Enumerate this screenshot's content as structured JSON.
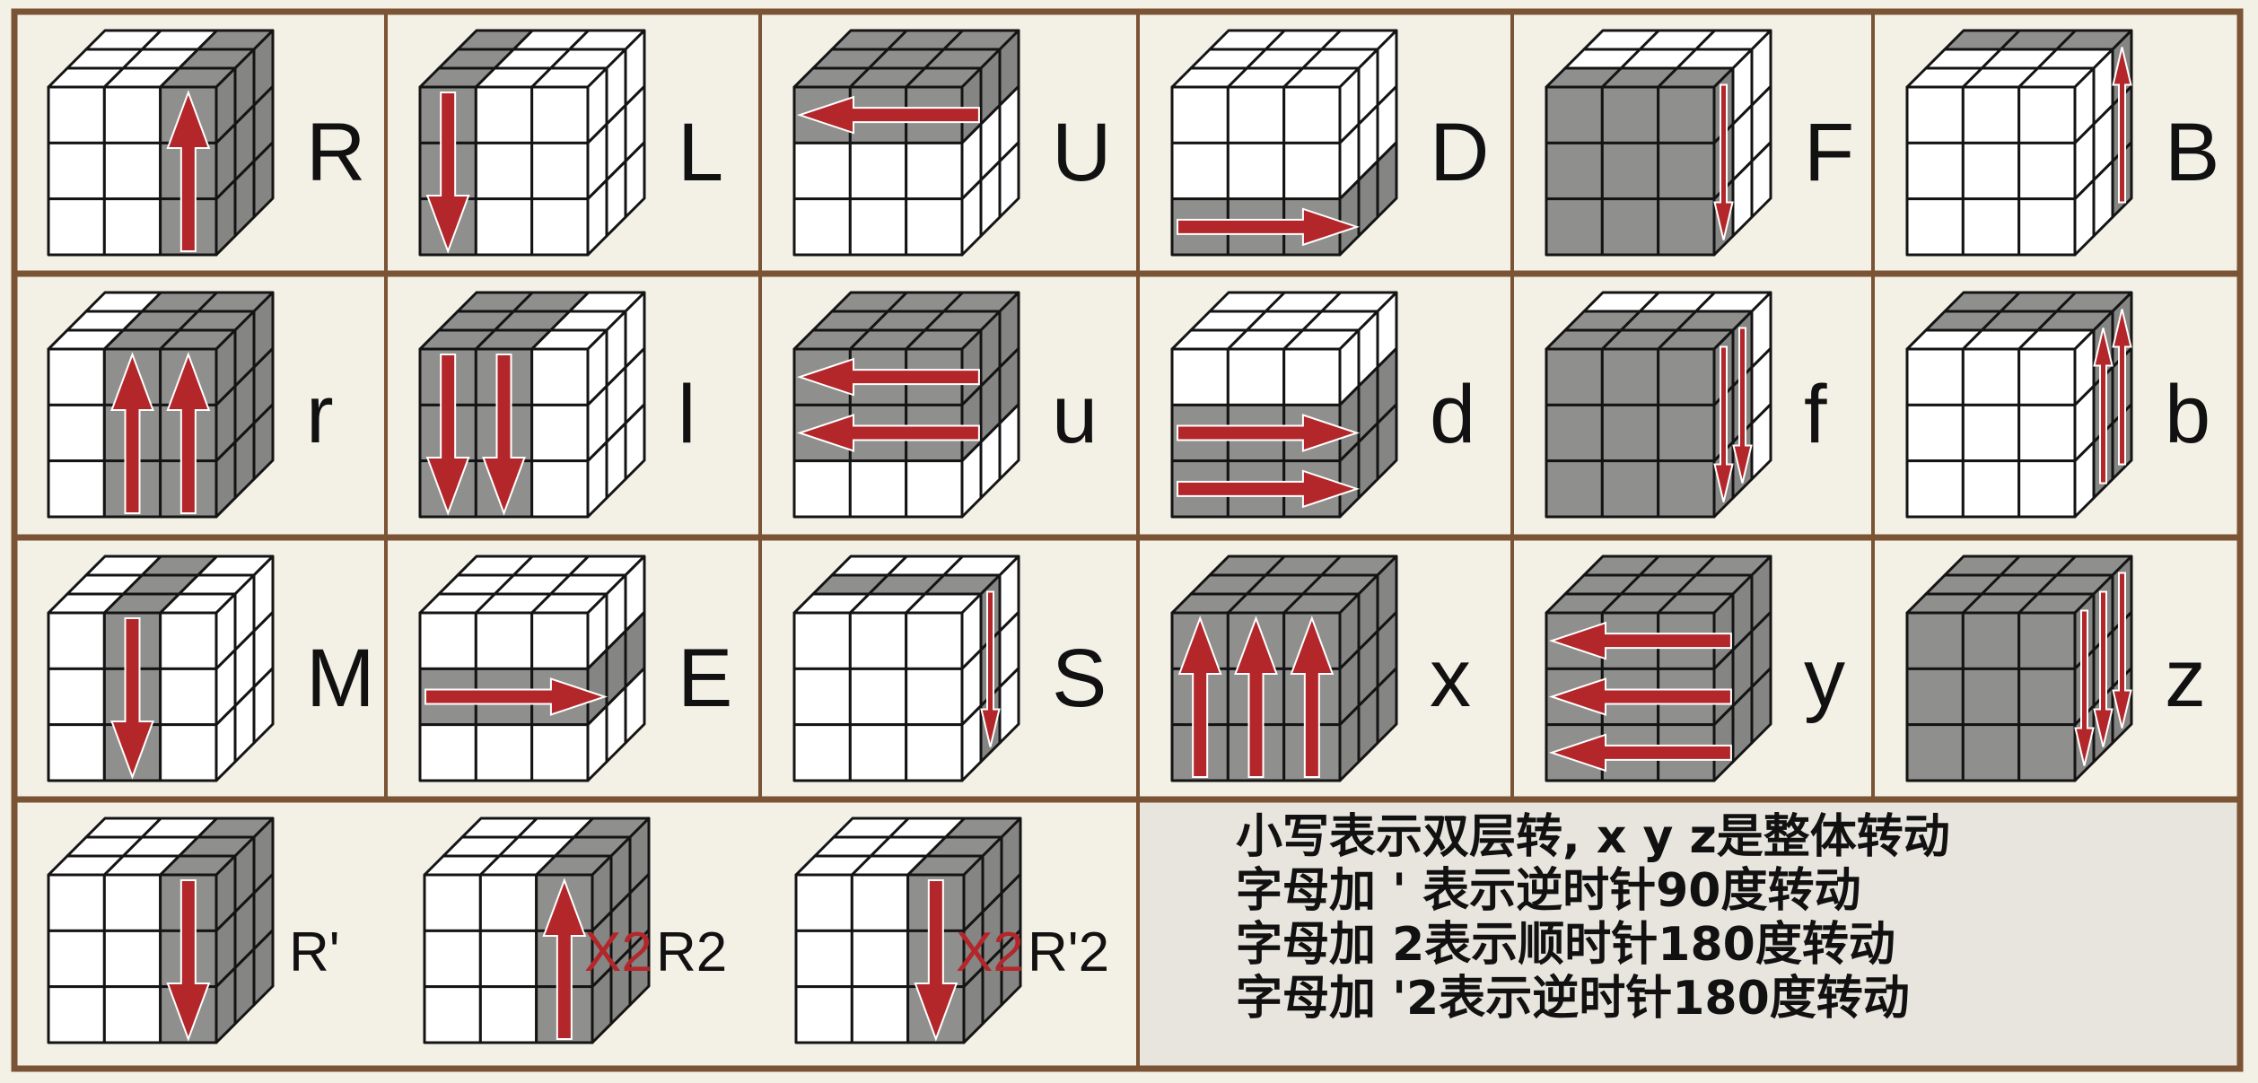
{
  "colors": {
    "paper": "#f3f0e6",
    "border": "#7a5434",
    "sticker_gray": "#8f8f8d",
    "sticker_white": "#ffffff",
    "arrow": "#b3272b",
    "note_bg": "#e7e5dd"
  },
  "grid": [
    [
      {
        "label": "R",
        "axis": "x",
        "layers": [
          2
        ],
        "arrow": "up"
      },
      {
        "label": "L",
        "axis": "x",
        "layers": [
          0
        ],
        "arrow": "down"
      },
      {
        "label": "U",
        "axis": "y",
        "layers": [
          0
        ],
        "arrow": "left"
      },
      {
        "label": "D",
        "axis": "y",
        "layers": [
          2
        ],
        "arrow": "right"
      },
      {
        "label": "F",
        "axis": "z",
        "layers": [
          0
        ],
        "arrow": "down"
      },
      {
        "label": "B",
        "axis": "z",
        "layers": [
          2
        ],
        "arrow": "up"
      }
    ],
    [
      {
        "label": "r",
        "axis": "x",
        "layers": [
          1,
          2
        ],
        "arrow": "up"
      },
      {
        "label": "l",
        "axis": "x",
        "layers": [
          0,
          1
        ],
        "arrow": "down"
      },
      {
        "label": "u",
        "axis": "y",
        "layers": [
          0,
          1
        ],
        "arrow": "left"
      },
      {
        "label": "d",
        "axis": "y",
        "layers": [
          1,
          2
        ],
        "arrow": "right"
      },
      {
        "label": "f",
        "axis": "z",
        "layers": [
          0,
          1
        ],
        "arrow": "down"
      },
      {
        "label": "b",
        "axis": "z",
        "layers": [
          1,
          2
        ],
        "arrow": "up"
      }
    ],
    [
      {
        "label": "M",
        "axis": "x",
        "layers": [
          1
        ],
        "arrow": "down"
      },
      {
        "label": "E",
        "axis": "y",
        "layers": [
          1
        ],
        "arrow": "right"
      },
      {
        "label": "S",
        "axis": "z",
        "layers": [
          1
        ],
        "arrow": "down"
      },
      {
        "label": "x",
        "axis": "x",
        "layers": [
          0,
          1,
          2
        ],
        "arrow": "up"
      },
      {
        "label": "y",
        "axis": "y",
        "layers": [
          0,
          1,
          2
        ],
        "arrow": "left"
      },
      {
        "label": "z",
        "axis": "z",
        "layers": [
          0,
          1,
          2
        ],
        "arrow": "down"
      }
    ]
  ],
  "bottom": [
    {
      "label": "R'",
      "axis": "x",
      "layers": [
        2
      ],
      "arrow": "down",
      "annotation": ""
    },
    {
      "label": "R2",
      "axis": "x",
      "layers": [
        2
      ],
      "arrow": "up",
      "annotation": "X2"
    },
    {
      "label": "R'2",
      "axis": "x",
      "layers": [
        2
      ],
      "arrow": "down",
      "annotation": "X2"
    }
  ],
  "notes": [
    "小写表示双层转, x y z是整体转动",
    "字母加 ' 表示逆时针90度转动",
    "字母加  2表示顺时针180度转动",
    "字母加  '2表示逆时针180度转动"
  ]
}
